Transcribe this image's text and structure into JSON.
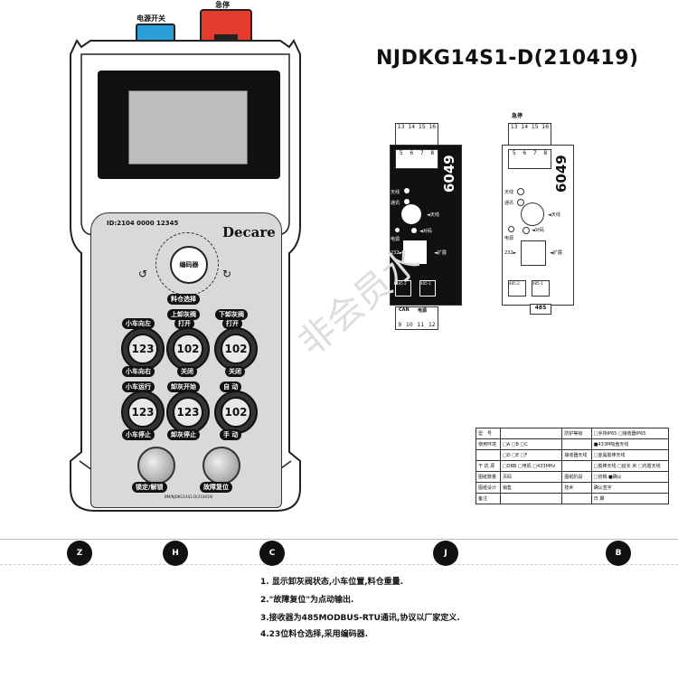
{
  "remote": {
    "power_label": "电源开关",
    "estop_label": "急停",
    "id_text": "ID:2104 0000 12345",
    "brand": "Decare",
    "encoder_label": "编码器",
    "bin_select_label": "料仓选择",
    "knobs": [
      {
        "top": "小车向左",
        "value": "123",
        "bottom": "小车向右"
      },
      {
        "top": "上卸灰阀",
        "sub": "打开",
        "value": "102",
        "bottom": "关闭"
      },
      {
        "top": "下卸灰阀",
        "sub": "打开",
        "value": "102",
        "bottom": "关闭"
      },
      {
        "top": "小车运行",
        "value": "123",
        "bottom": "小车停止"
      },
      {
        "top": "卸灰开始",
        "value": "123",
        "bottom": "卸灰停止"
      },
      {
        "top": "自 动",
        "value": "102",
        "bottom": "手 动"
      }
    ],
    "lock_label": "锁定/解锁",
    "reset_label": "故障复位",
    "model_small": "BM/NJDKG14S1-D(210419)"
  },
  "title": "NJDKG14S1-D(210419)",
  "boards": {
    "dark": {
      "code": "6049",
      "top_terms": [
        "13",
        "14",
        "15",
        "16"
      ],
      "relay_terms": [
        "5",
        "6",
        "7",
        "8"
      ],
      "antenna_label": "天线",
      "comm_label": "通讯",
      "antenna_right": "◄天线",
      "power_label": "电源",
      "pair_label": "◄对码",
      "port_232": "232►",
      "expand_label": "◄扩展",
      "rs485_left": "485-2",
      "rs485_right": "485-1",
      "can_label": "CAN",
      "power_bottom": "电源",
      "bottom_terms": [
        "9",
        "10",
        "11",
        "12"
      ]
    },
    "light": {
      "estop_label": "急停",
      "code": "6049",
      "top_terms": [
        "13",
        "14",
        "15",
        "16"
      ],
      "relay_terms": [
        "5",
        "6",
        "7",
        "8"
      ],
      "antenna_label": "天线",
      "comm_label": "通讯",
      "antenna_right": "◄天线",
      "power_label": "电源",
      "pair_label": "◄对码",
      "port_232": "232►",
      "expand_label": "◄扩展",
      "rs485_left": "485-2",
      "rs485_right": "485-1",
      "bottom_label": "485"
    }
  },
  "spec_table": {
    "rows": [
      [
        "型　号",
        "",
        "防护等级",
        "□手持IP65 □接收器IP65"
      ],
      [
        "使用环境",
        "□A □B □C",
        "",
        "■433M吸盘天线"
      ],
      [
        "",
        "□D □E □F",
        "接收器天线",
        "□金属胶棒天线"
      ],
      [
        "干 扰 源",
        "□DBB □电机 □433MHz",
        "",
        "□胶棒天线 □延长 米 □内置天线"
      ],
      [
        "图纸数量",
        "页码",
        "图纸阶段",
        "□初稿 ■确认"
      ],
      [
        "图纸设计",
        "销售",
        "技术",
        "确认签字"
      ],
      [
        "备注",
        "",
        "",
        "日 期"
      ]
    ]
  },
  "footer": {
    "letters": [
      "Z",
      "H",
      "C",
      "J",
      "B"
    ],
    "notes": [
      "1. 显示卸灰阀状态,小车位置,料仓重量.",
      "2.\"故障复位\"为点动输出.",
      "3.接收器为485MODBUS-RTU通讯,协议以厂家定义.",
      "4.23位料仓选择,采用编码器."
    ]
  },
  "watermark": "非会员水"
}
